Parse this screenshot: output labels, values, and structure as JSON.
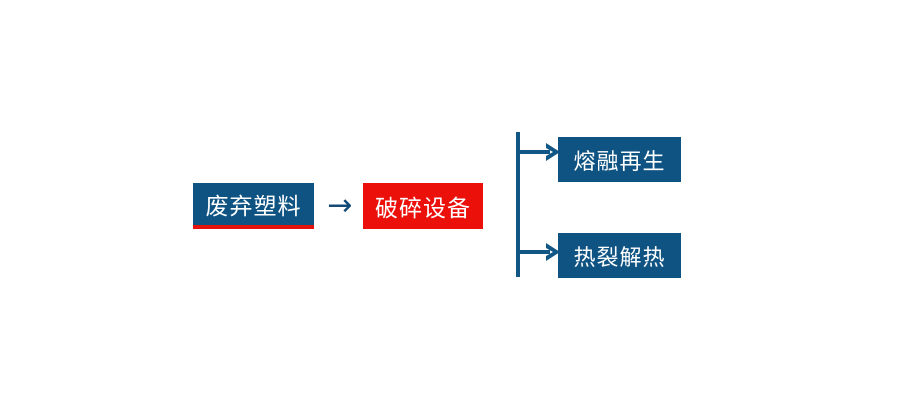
{
  "diagram": {
    "type": "process-flow",
    "title": "",
    "orientation": "left-to-right",
    "colors": {
      "node_blue": "#0f5383",
      "node_red": "#eb100a",
      "accent_red_underline": "#e3120b",
      "connector_blue": "#125685",
      "text_on_node": "#ffffff",
      "background": "#ffffff"
    },
    "nodes": [
      {
        "id": "input",
        "label": "废弃塑料",
        "role": "input-material",
        "fill": "#0f5383",
        "underline": "#e3120b"
      },
      {
        "id": "process",
        "label": "破碎设备",
        "role": "processing-equipment",
        "fill": "#eb100a",
        "underline": ""
      },
      {
        "id": "output-top",
        "label": "熔融再生",
        "role": "output-branch",
        "fill": "#0f5383",
        "underline": ""
      },
      {
        "id": "output-bottom",
        "label": "热裂解热",
        "role": "output-branch",
        "fill": "#0f5383",
        "underline": ""
      }
    ],
    "connectors": [
      {
        "id": "main-arrow",
        "glyph": "→",
        "from": "input",
        "to": "process"
      },
      {
        "id": "branch-arrow-top",
        "glyph": "→",
        "from": "process",
        "to": "output-top"
      },
      {
        "id": "branch-arrow-bottom",
        "glyph": "→",
        "from": "process",
        "to": "output-bottom"
      }
    ]
  }
}
